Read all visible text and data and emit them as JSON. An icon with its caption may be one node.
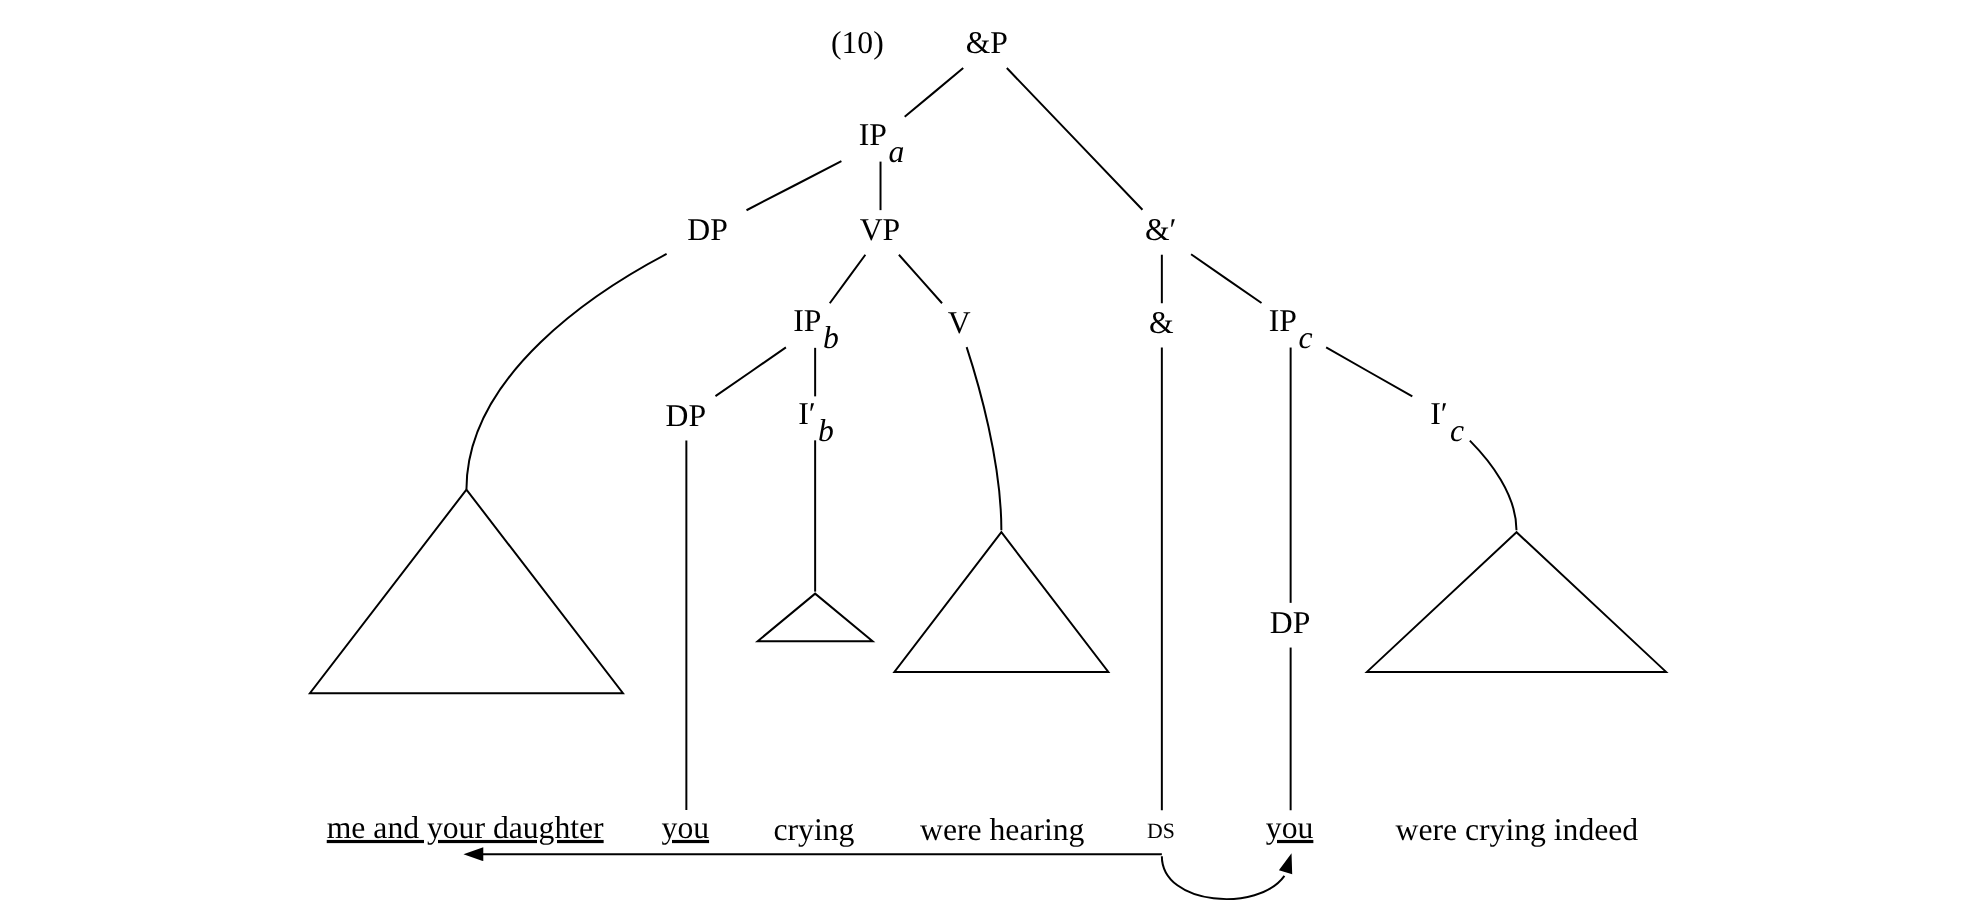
{
  "diagram": {
    "nodes": [
      {
        "text": [
          "&P"
        ]
      },
      {
        "text": [
          "IP$_{a}$"
        ]
      },
      {
        "text": [
          "&′"
        ]
      },
      {
        "text": [
          "DP"
        ]
      },
      {
        "text": [
          "VP"
        ]
      },
      {
        "text": [
          "&"
        ]
      },
      {
        "text": [
          "IP$_{c}$"
        ]
      },
      {
        "text": [
          "IP$_{b}$"
        ]
      },
      {
        "text": [
          "V"
        ]
      },
      {
        "text": [
          "DP"
        ]
      },
      {
        "text": [
          "I′$_{c}$"
        ]
      },
      {
        "text": [
          "DP"
        ]
      },
      {
        "text": [
          "I′$_{b}$"
        ]
      },
      {
        "text": [],
        "shape": "triangle"
      },
      {
        "text": [],
        "shape": "triangle"
      },
      {
        "text": [],
        "shape": "triangle"
      },
      {
        "text": [],
        "shape": "triangle"
      },
      {
        "text": [
          "me and your daughter"
        ]
      },
      {
        "text": [
          "you"
        ]
      },
      {
        "text": [
          "crying"
        ]
      },
      {
        "text": [
          "were hearing"
        ]
      },
      {
        "text": [
          "DS"
        ]
      },
      {
        "text": [
          "you"
        ]
      },
      {
        "text": [
          "were crying indeed"
        ]
      }
    ],
    "edges": [
      {
        "from": 0,
        "to": 1,
        "arrow": "none"
      },
      {
        "from": 0,
        "to": 2,
        "arrow": "none"
      },
      {
        "from": 1,
        "to": 3,
        "arrow": "none"
      },
      {
        "from": 1,
        "to": 4,
        "arrow": "none"
      },
      {
        "from": 2,
        "to": 5,
        "arrow": "none"
      },
      {
        "from": 2,
        "to": 6,
        "arrow": "none"
      },
      {
        "from": 4,
        "to": 7,
        "arrow": "none"
      },
      {
        "from": 4,
        "to": 8,
        "arrow": "none"
      },
      {
        "from": 6,
        "to": 9,
        "arrow": "none"
      },
      {
        "from": 6,
        "to": 10,
        "arrow": "none"
      },
      {
        "from": 7,
        "to": 11,
        "arrow": "none"
      },
      {
        "from": 7,
        "to": 12,
        "arrow": "none"
      },
      {
        "from": 3,
        "to": 13,
        "arrow": "none"
      },
      {
        "from": 12,
        "to": 14,
        "arrow": "none"
      },
      {
        "from": 8,
        "to": 15,
        "arrow": "none"
      },
      {
        "from": 10,
        "to": 16,
        "arrow": "none"
      },
      {
        "from": 11,
        "to": 18,
        "arrow": "none"
      },
      {
        "from": 5,
        "to": 21,
        "arrow": "none"
      },
      {
        "from": 9,
        "to": 22,
        "arrow": "none"
      },
      {
        "from": 21,
        "to": 17,
        "arrow": "to"
      },
      {
        "from": 21,
        "to": 22,
        "arrow": "to"
      }
    ],
    "labels": [
      "(10)"
    ]
  }
}
